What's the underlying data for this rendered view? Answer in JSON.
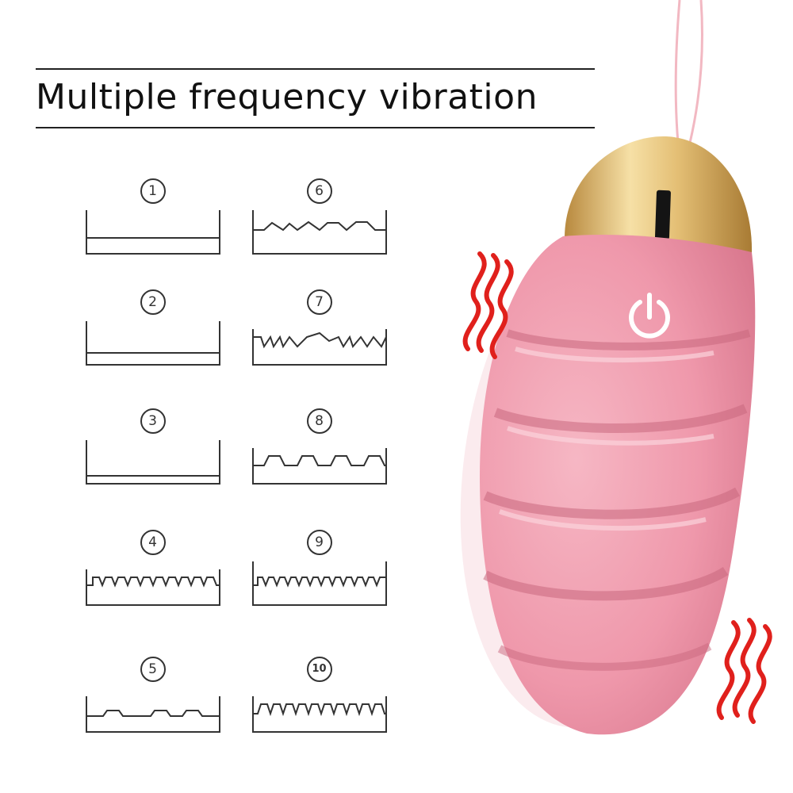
{
  "title": "Multiple frequency vibration",
  "modes": [
    {
      "number": "1",
      "pattern": "flat-high"
    },
    {
      "number": "2",
      "pattern": "flat-mid"
    },
    {
      "number": "3",
      "pattern": "flat-low"
    },
    {
      "number": "4",
      "pattern": "dense-pulse"
    },
    {
      "number": "5",
      "pattern": "sparse-pulse"
    },
    {
      "number": "6",
      "pattern": "wave-ramp"
    },
    {
      "number": "7",
      "pattern": "random-zigzag"
    },
    {
      "number": "8",
      "pattern": "trapezoid-pulse"
    },
    {
      "number": "9",
      "pattern": "fine-pulse"
    },
    {
      "number": "10",
      "pattern": "wide-pulse"
    }
  ],
  "colors": {
    "product_pink": "#f2a6b6",
    "product_cap_gold": "#e2c07a",
    "vibration_marks": "#e0201c",
    "line_art": "#333333"
  },
  "icons": [
    "power-icon",
    "vibration-wave-icon"
  ]
}
